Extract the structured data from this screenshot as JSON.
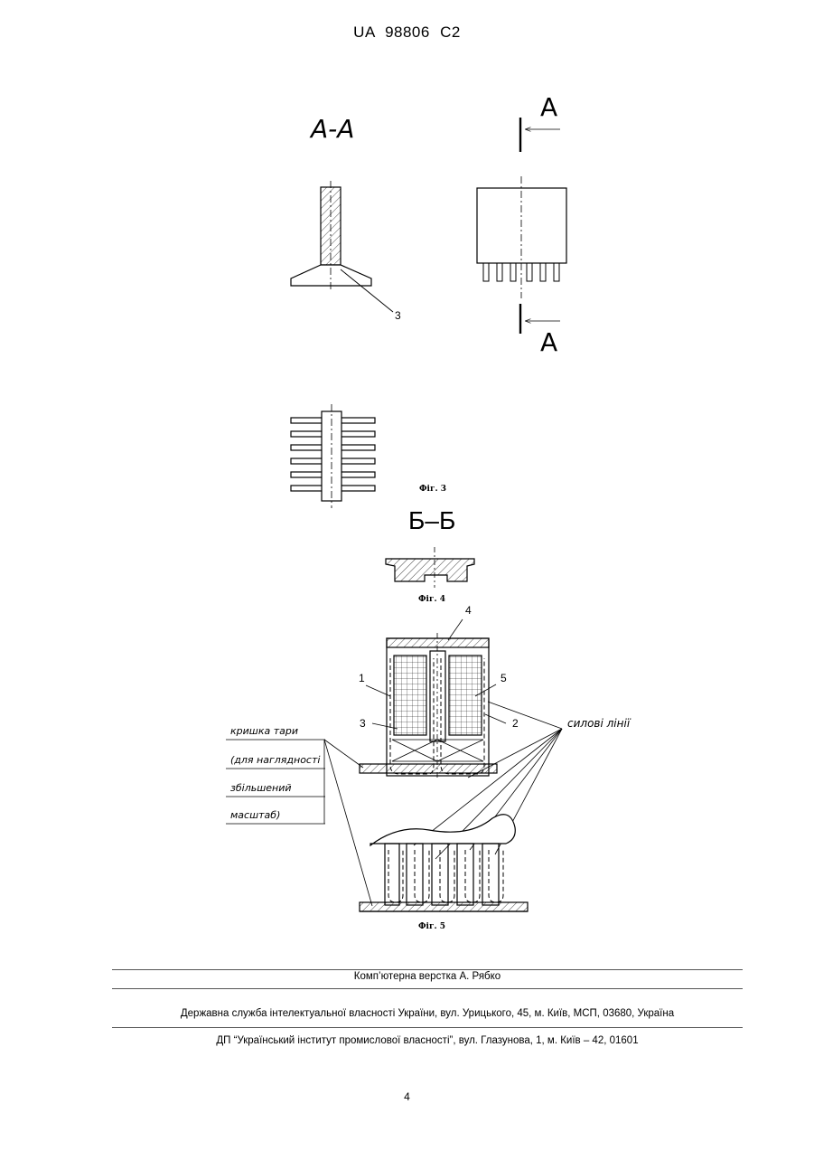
{
  "header": {
    "patent_number": "UA   98806   C2"
  },
  "figure3": {
    "section_label": "A-A",
    "arrow_label_top": "A",
    "arrow_label_bottom": "A",
    "callout_3": "3",
    "caption": "Фіг. 3"
  },
  "figure4": {
    "section_label": "Б–Б",
    "caption": "Фіг. 4"
  },
  "figure5": {
    "callouts": {
      "c1": "1",
      "c2": "2",
      "c3": "3",
      "c4": "4",
      "c5": "5"
    },
    "side_label_lines": [
      "кришка тари",
      "(для наглядності",
      "збільшений",
      "масштаб)"
    ],
    "force_lines_label": "силові лінії",
    "caption": "Фіг. 5"
  },
  "footer": {
    "layout_credit": "Комп’ютерна верстка А. Рябко",
    "service_line": "Державна служба інтелектуальної власності України, вул. Урицького, 45, м. Київ, МСП, 03680, Україна",
    "institute_line": "ДП “Український інститут промислової власності”, вул. Глазунова, 1, м. Київ – 42, 01601"
  },
  "page_number": "4"
}
